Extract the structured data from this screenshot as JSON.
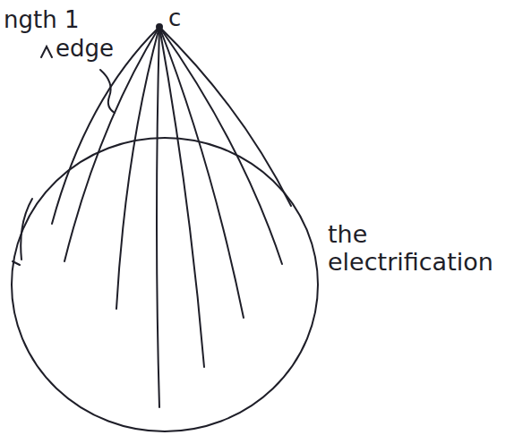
{
  "diagram": {
    "labels": [
      "ngth 1",
      "edge",
      "c",
      "the electrification"
    ]
  }
}
